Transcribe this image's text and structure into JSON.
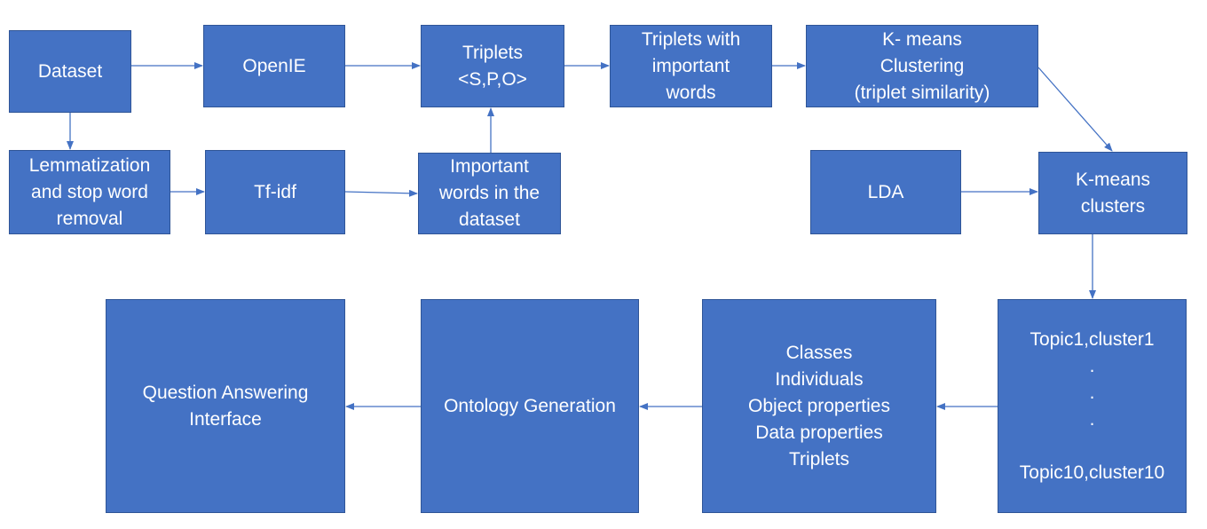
{
  "nodes": {
    "dataset": "Dataset",
    "openie": "OpenIE",
    "triplets": "Triplets\n<S,P,O>",
    "triplets_important": "Triplets with\nimportant\nwords",
    "kmeans_clustering": "K- means\nClustering\n(triplet similarity)",
    "lemmatization": "Lemmatization\nand stop word\nremoval",
    "tfidf": "Tf-idf",
    "important_words": "Important\nwords in the\ndataset",
    "lda": "LDA",
    "kmeans_clusters": "K-means\nclusters",
    "topics": "Topic1,cluster1\n.\n.\n.\n\nTopic10,cluster10",
    "classes": "Classes\nIndividuals\nObject properties\nData properties\nTriplets",
    "ontology": "Ontology Generation",
    "qa": "Question Answering\nInterface"
  },
  "colors": {
    "box_fill": "#4472c4",
    "box_border": "#2f5597",
    "arrow": "#4472c4",
    "text": "#ffffff"
  }
}
